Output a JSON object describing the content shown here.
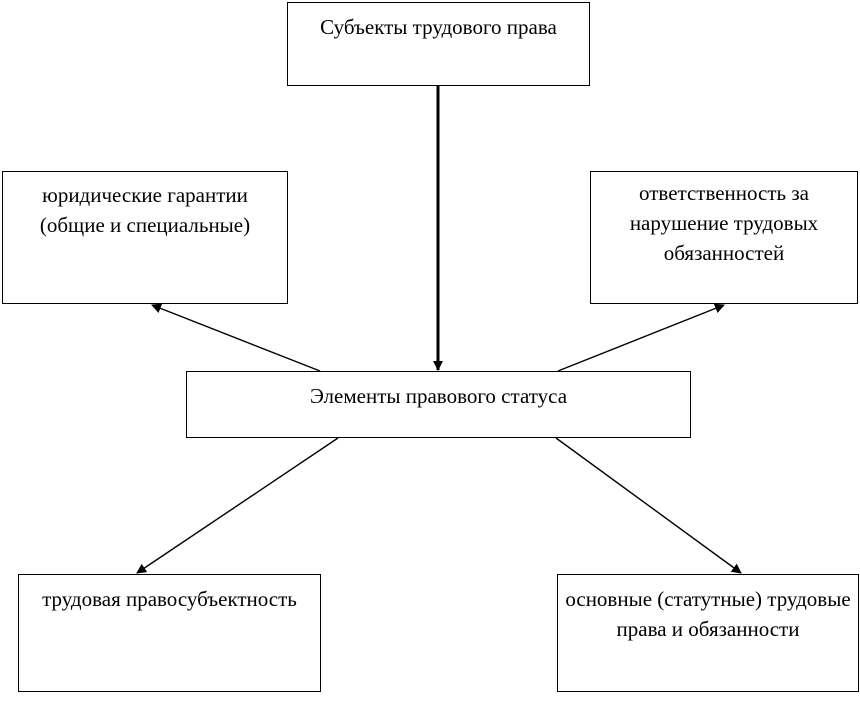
{
  "diagram": {
    "nodes": {
      "top": "Субъекты трудового права",
      "center": "Элементы правового статуса",
      "left": "юридические гарантии (общие и специальные)",
      "right": "ответственность за нарушение трудовых обязанностей",
      "bottom_left": "трудовая правосубъектность",
      "bottom_right": "основные (статутные) трудовые права и обязанности"
    },
    "edges": [
      {
        "from": "top",
        "to": "center"
      },
      {
        "from": "center",
        "to": "left"
      },
      {
        "from": "center",
        "to": "right"
      },
      {
        "from": "center",
        "to": "bottom_left"
      },
      {
        "from": "center",
        "to": "bottom_right"
      }
    ],
    "colors": {
      "line": "#000000",
      "border": "#000000",
      "background": "#ffffff"
    }
  }
}
